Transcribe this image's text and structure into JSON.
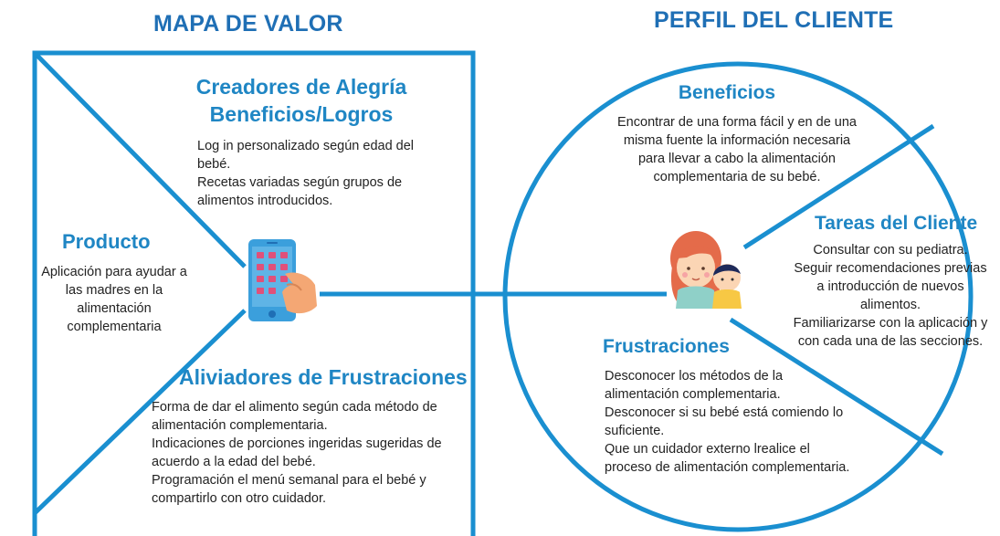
{
  "value_map": {
    "title": "MAPA DE VALOR",
    "gain_creators": {
      "title_line1": "Creadores de Alegría",
      "title_line2": "Beneficios/Logros",
      "text": "Log in personalizado según edad del\nbebé.\nRecetas variadas según grupos de\nalimentos introducidos."
    },
    "product": {
      "title": "Producto",
      "text": "Aplicación para ayudar a\nlas madres en la\nalimentación\ncomplementaria"
    },
    "pain_relievers": {
      "title": "Aliviadores de Frustraciones",
      "text": "Forma de dar el alimento según cada método de\nalimentación complementaria.\nIndicaciones de porciones ingeridas sugeridas de\nacuerdo a la edad del bebé.\nProgramación el menú semanal para el bebé y\ncompartirlo con otro cuidador."
    }
  },
  "customer_profile": {
    "title": "PERFIL DEL CLIENTE",
    "gains": {
      "title": "Beneficios",
      "text": "Encontrar de una forma fácil y en de una\nmisma fuente la información necesaria\npara llevar a cabo la alimentación\ncomplementaria de su bebé."
    },
    "jobs": {
      "title": "Tareas del Cliente",
      "text": "Consultar con su pediatra.\nSeguir recomendaciones previas\na introducción de nuevos\nalimentos.\nFamiliarizarse con la aplicación y\ncon cada una de las secciones."
    },
    "pains": {
      "title": "Frustraciones",
      "text": "Desconocer los métodos de la\nalimentación complementaria.\nDesconocer si su bebé está comiendo lo\nsuficiente.\nQue un cuidador externo lrealice el\nproceso de alimentación complementaria."
    }
  },
  "icons": [
    "phone-app-icon",
    "mother-baby-icon"
  ],
  "colors": {
    "line": "#1a8fd0",
    "heading": "#1f6fb5",
    "section": "#1f86c4"
  }
}
